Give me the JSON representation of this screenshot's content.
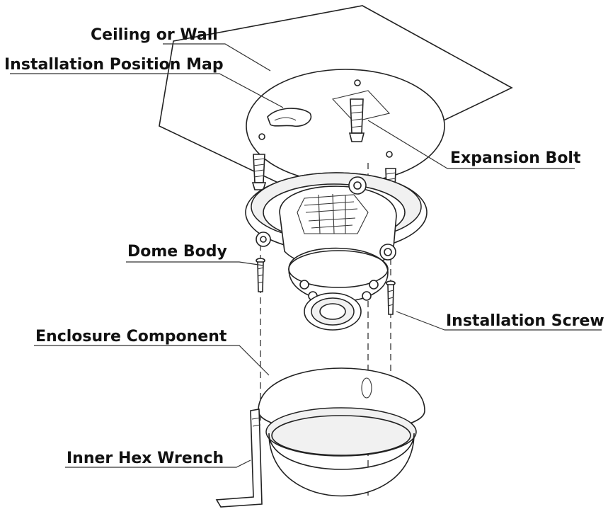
{
  "labels": {
    "ceiling_or_wall": "Ceiling or Wall",
    "installation_position_map": "Installation Position Map",
    "expansion_bolt": "Expansion Bolt",
    "dome_body": "Dome Body",
    "installation_screw": "Installation Screw",
    "enclosure_component": "Enclosure Component",
    "inner_hex_wrench": "Inner Hex Wrench"
  }
}
